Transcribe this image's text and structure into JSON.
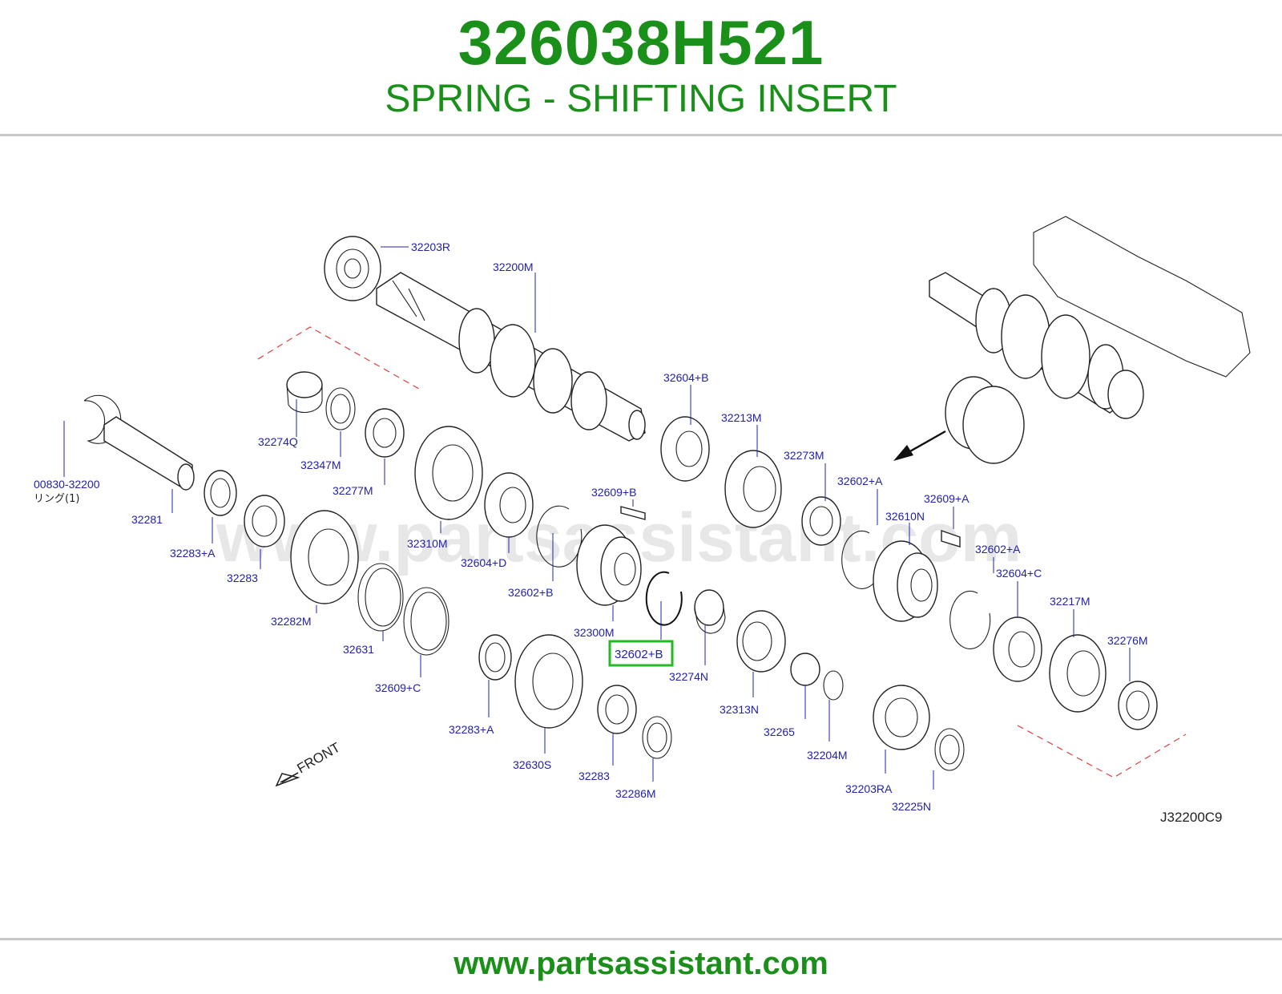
{
  "header": {
    "part_number": "326038H521",
    "part_description": "SPRING - SHIFTING INSERT"
  },
  "diagram": {
    "diagram_code": "J32200C9",
    "front_label": "FRONT",
    "watermark": "www.partsassistant.com",
    "highlight_color": "#22bb22",
    "labels": {
      "l_32203R": "32203R",
      "l_32200M": "32200M",
      "l_32604B": "32604+B",
      "l_32213M": "32213M",
      "l_32273M": "32273M",
      "l_32602A_1": "32602+A",
      "l_32609A": "32609+A",
      "l_32610N": "32610N",
      "l_32602A_2": "32602+A",
      "l_32604C": "32604+C",
      "l_32217M": "32217M",
      "l_32276M": "32276M",
      "l_00830": "00830-32200",
      "l_00830_jp": "リング(1)",
      "l_32274Q": "32274Q",
      "l_32347M": "32347M",
      "l_32277M": "32277M",
      "l_32281": "32281",
      "l_32283A_1": "32283+A",
      "l_32283_1": "32283",
      "l_32282M": "32282M",
      "l_32310M": "32310M",
      "l_32604D": "32604+D",
      "l_32609B": "32609+B",
      "l_32602B_1": "32602+B",
      "l_32300M": "32300M",
      "l_32602B_sel": "32602+B",
      "l_32274N": "32274N",
      "l_32631": "32631",
      "l_32609C": "32609+C",
      "l_32283A_2": "32283+A",
      "l_32630S": "32630S",
      "l_32283_2": "32283",
      "l_32286M": "32286M",
      "l_32313N": "32313N",
      "l_32265": "32265",
      "l_32204M": "32204M",
      "l_32203RA": "32203RA",
      "l_32225N": "32225N"
    }
  },
  "footer": {
    "url": "www.partsassistant.com"
  }
}
